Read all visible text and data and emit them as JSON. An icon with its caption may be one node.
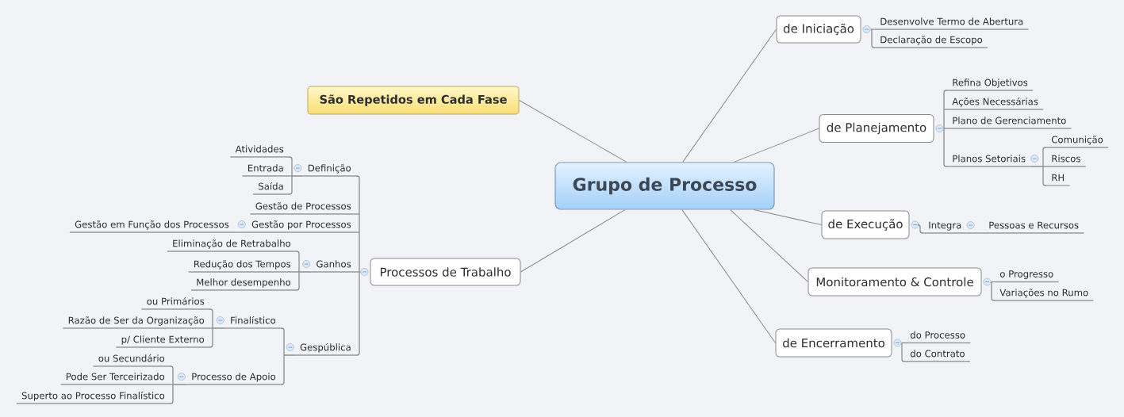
{
  "diagram": {
    "nodes": [
      {
        "text": [
          "Grupo de Processo"
        ]
      },
      {
        "text": [
          "São Repetidos em Cada Fase"
        ]
      },
      {
        "text": [
          "Processos de Trabalho"
        ]
      },
      {
        "text": [
          "Definição"
        ]
      },
      {
        "text": [
          "Atividades"
        ]
      },
      {
        "text": [
          "Entrada"
        ]
      },
      {
        "text": [
          "Saída"
        ]
      },
      {
        "text": [
          "Gestão de Processos"
        ]
      },
      {
        "text": [
          "Gestão por Processos"
        ]
      },
      {
        "text": [
          "Gestão em Função dos Processos"
        ]
      },
      {
        "text": [
          "Ganhos"
        ]
      },
      {
        "text": [
          "Eliminação de Retrabalho"
        ]
      },
      {
        "text": [
          "Redução dos Tempos"
        ]
      },
      {
        "text": [
          "Melhor desempenho"
        ]
      },
      {
        "text": [
          "Gespública"
        ]
      },
      {
        "text": [
          "Finalístico"
        ]
      },
      {
        "text": [
          "ou Primários"
        ]
      },
      {
        "text": [
          "Razão de Ser da Organização"
        ]
      },
      {
        "text": [
          "p/ Cliente Externo"
        ]
      },
      {
        "text": [
          "Processo de Apoio"
        ]
      },
      {
        "text": [
          "ou Secundário"
        ]
      },
      {
        "text": [
          "Pode Ser Terceirizado"
        ]
      },
      {
        "text": [
          "Superto ao Processo Finalístico"
        ]
      },
      {
        "text": [
          "de Iniciação"
        ]
      },
      {
        "text": [
          "Desenvolve Termo de Abertura"
        ]
      },
      {
        "text": [
          "Declaração de Escopo"
        ]
      },
      {
        "text": [
          "de Planejamento"
        ]
      },
      {
        "text": [
          "Refina Objetivos"
        ]
      },
      {
        "text": [
          "Ações Necessárias"
        ]
      },
      {
        "text": [
          "Plano de Gerenciamento"
        ]
      },
      {
        "text": [
          "Planos Setoriais"
        ]
      },
      {
        "text": [
          "Comunição"
        ]
      },
      {
        "text": [
          "Riscos"
        ]
      },
      {
        "text": [
          "RH"
        ]
      },
      {
        "text": [
          "de Execução"
        ]
      },
      {
        "text": [
          "Integra"
        ]
      },
      {
        "text": [
          "Pessoas e Recursos"
        ]
      },
      {
        "text": [
          "Monitoramento & Controle"
        ]
      },
      {
        "text": [
          "o Progresso"
        ]
      },
      {
        "text": [
          "Variações no Rumo"
        ]
      },
      {
        "text": [
          "de Encerramento"
        ]
      },
      {
        "text": [
          "do Processo"
        ]
      },
      {
        "text": [
          "do Contrato"
        ]
      }
    ],
    "edges": [
      {
        "from": 0,
        "to": 1,
        "arrow": "none"
      },
      {
        "from": 0,
        "to": 2,
        "arrow": "none"
      },
      {
        "from": 2,
        "to": 3,
        "arrow": "none"
      },
      {
        "from": 3,
        "to": 4,
        "arrow": "none"
      },
      {
        "from": 3,
        "to": 5,
        "arrow": "none"
      },
      {
        "from": 3,
        "to": 6,
        "arrow": "none"
      },
      {
        "from": 2,
        "to": 7,
        "arrow": "none"
      },
      {
        "from": 2,
        "to": 8,
        "arrow": "none"
      },
      {
        "from": 8,
        "to": 9,
        "arrow": "none"
      },
      {
        "from": 2,
        "to": 10,
        "arrow": "none"
      },
      {
        "from": 10,
        "to": 11,
        "arrow": "none"
      },
      {
        "from": 10,
        "to": 12,
        "arrow": "none"
      },
      {
        "from": 10,
        "to": 13,
        "arrow": "none"
      },
      {
        "from": 2,
        "to": 14,
        "arrow": "none"
      },
      {
        "from": 14,
        "to": 15,
        "arrow": "none"
      },
      {
        "from": 15,
        "to": 16,
        "arrow": "none"
      },
      {
        "from": 15,
        "to": 17,
        "arrow": "none"
      },
      {
        "from": 15,
        "to": 18,
        "arrow": "none"
      },
      {
        "from": 14,
        "to": 19,
        "arrow": "none"
      },
      {
        "from": 19,
        "to": 20,
        "arrow": "none"
      },
      {
        "from": 19,
        "to": 21,
        "arrow": "none"
      },
      {
        "from": 19,
        "to": 22,
        "arrow": "none"
      },
      {
        "from": 0,
        "to": 23,
        "arrow": "none"
      },
      {
        "from": 23,
        "to": 24,
        "arrow": "none"
      },
      {
        "from": 23,
        "to": 25,
        "arrow": "none"
      },
      {
        "from": 0,
        "to": 26,
        "arrow": "none"
      },
      {
        "from": 26,
        "to": 27,
        "arrow": "none"
      },
      {
        "from": 26,
        "to": 28,
        "arrow": "none"
      },
      {
        "from": 26,
        "to": 29,
        "arrow": "none"
      },
      {
        "from": 26,
        "to": 30,
        "arrow": "none"
      },
      {
        "from": 30,
        "to": 31,
        "arrow": "none"
      },
      {
        "from": 30,
        "to": 32,
        "arrow": "none"
      },
      {
        "from": 30,
        "to": 33,
        "arrow": "none"
      },
      {
        "from": 0,
        "to": 34,
        "arrow": "none"
      },
      {
        "from": 34,
        "to": 35,
        "arrow": "none"
      },
      {
        "from": 35,
        "to": 36,
        "arrow": "none"
      },
      {
        "from": 0,
        "to": 37,
        "arrow": "none"
      },
      {
        "from": 37,
        "to": 38,
        "arrow": "none"
      },
      {
        "from": 37,
        "to": 39,
        "arrow": "none"
      },
      {
        "from": 0,
        "to": 40,
        "arrow": "none"
      },
      {
        "from": 40,
        "to": 41,
        "arrow": "none"
      },
      {
        "from": 40,
        "to": 42,
        "arrow": "none"
      }
    ]
  }
}
